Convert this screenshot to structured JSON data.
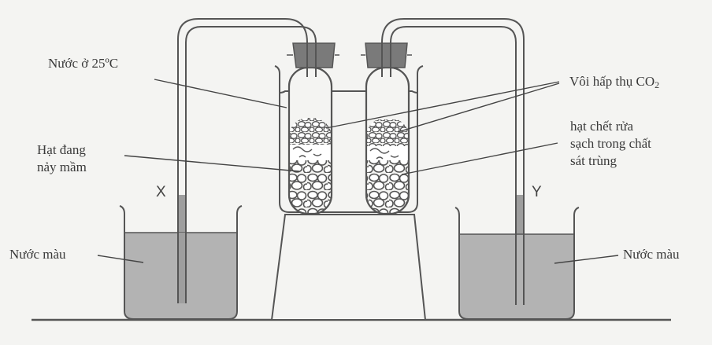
{
  "diagram": {
    "type": "experimental-apparatus",
    "subject": "seed respiration experiment"
  },
  "labels": {
    "water_temp": "Nước ở 25ºC",
    "germinating_seeds_line1": "Hạt đang",
    "germinating_seeds_line2": "nảy mầm",
    "lime_absorbs": "Vôi hấp thụ CO",
    "lime_sub": "2",
    "dead_seeds_line1": "hạt chết rửa",
    "dead_seeds_line2": "sạch trong chất",
    "dead_seeds_line3": "sát trùng",
    "colored_water_left": "Nước màu",
    "colored_water_right": "Nước màu",
    "tube_x": "X",
    "tube_y": "Y"
  },
  "colors": {
    "background": "#f4f4f2",
    "stroke": "#555555",
    "liquid": "#b3b3b3",
    "stopper": "#7a7a7a",
    "text": "#3a3a3a"
  }
}
